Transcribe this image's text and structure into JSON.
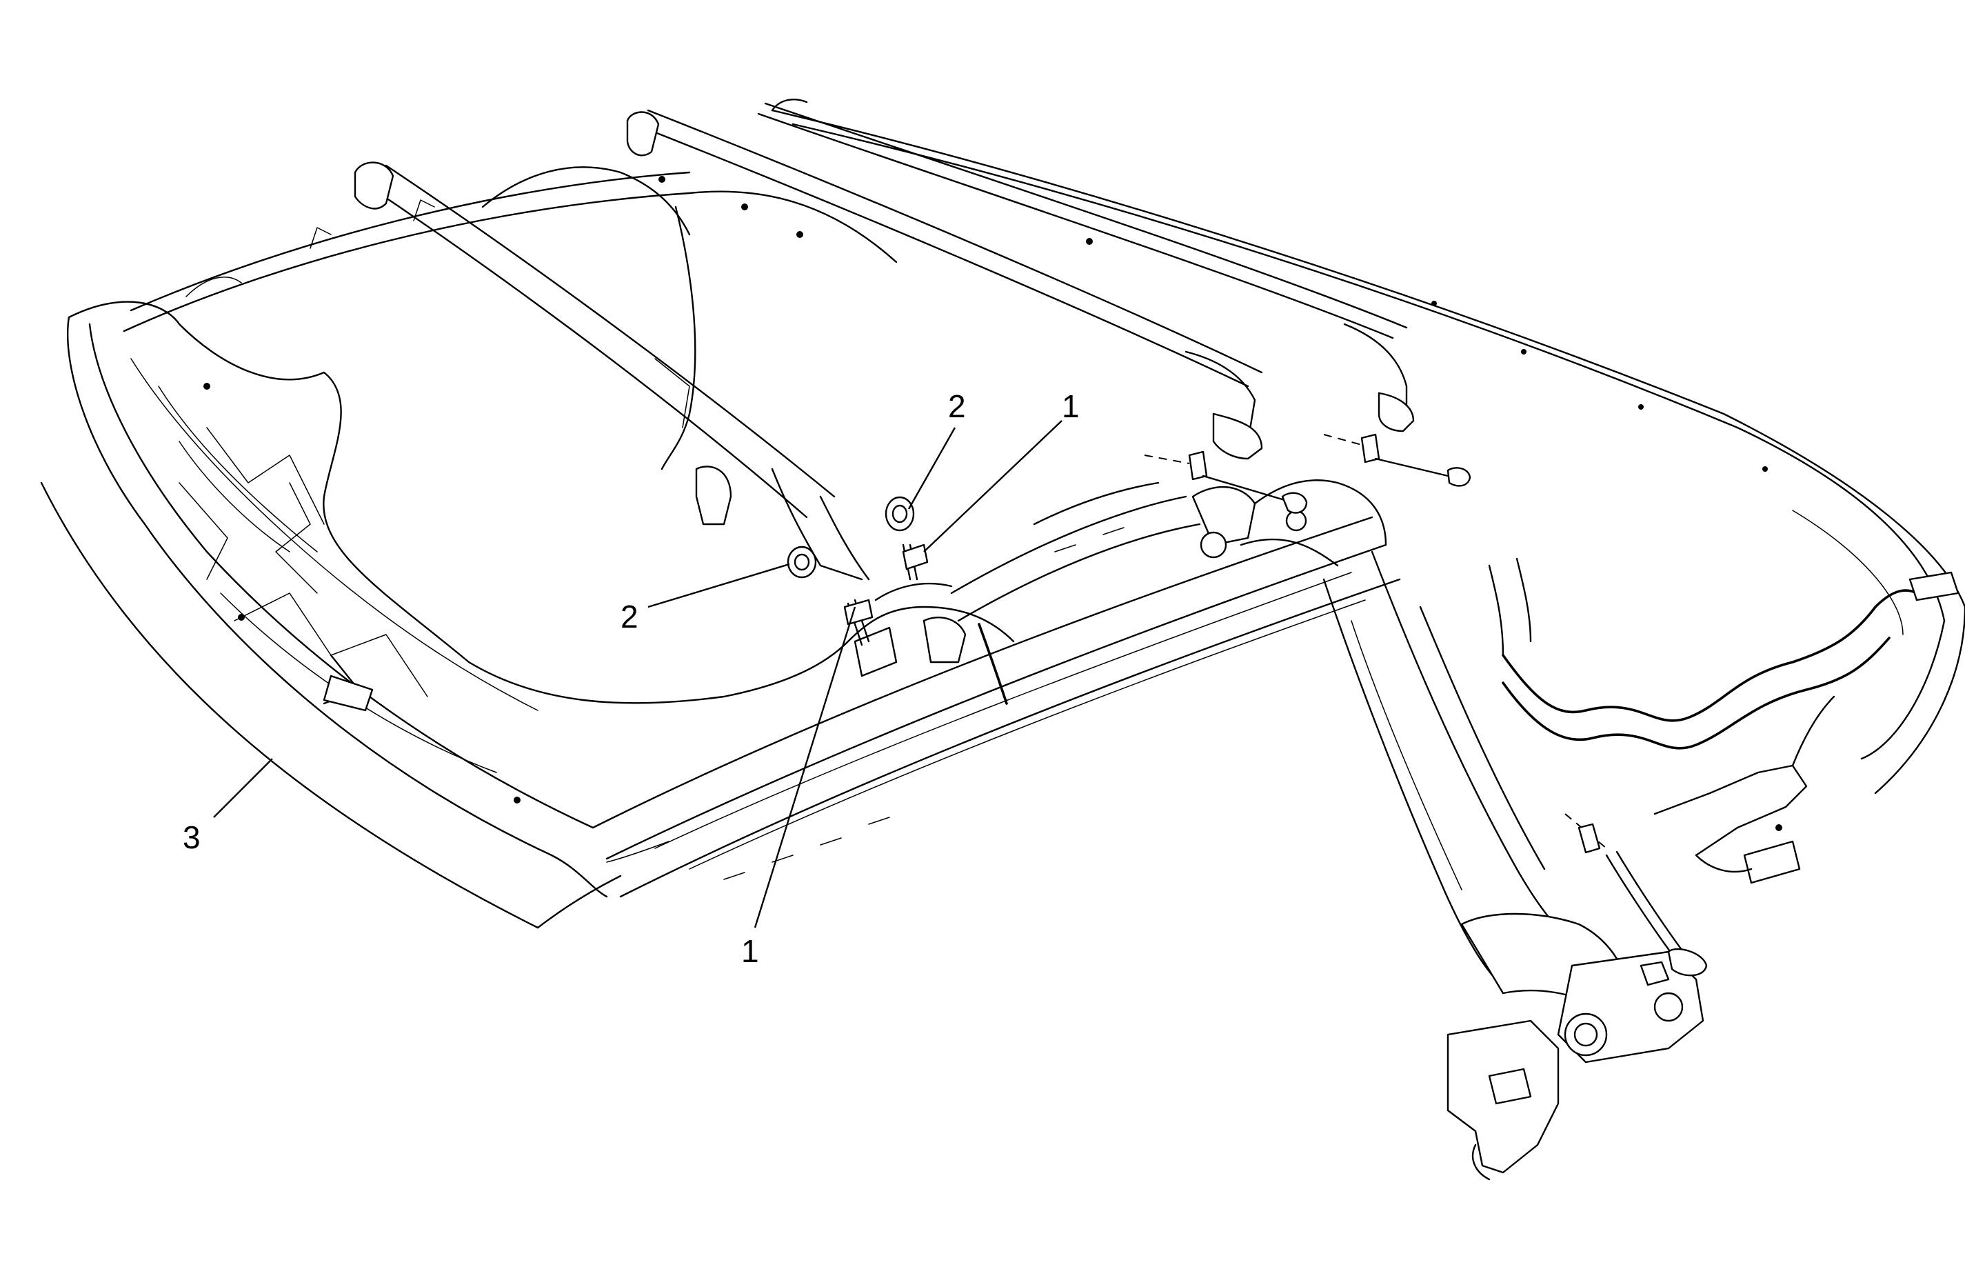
{
  "callouts": {
    "c1_upper": "1",
    "c1_lower": "1",
    "c2_upper": "2",
    "c2_left": "2",
    "c3": "3"
  }
}
